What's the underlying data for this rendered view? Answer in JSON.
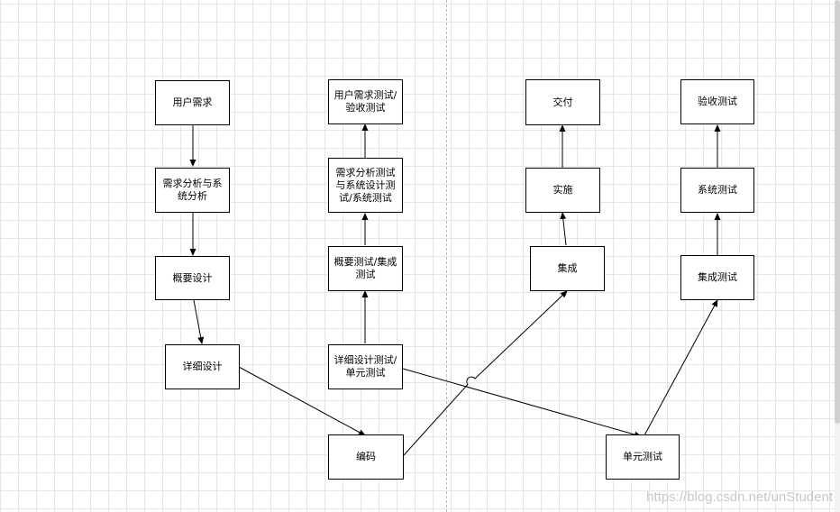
{
  "colors": {
    "grid": "#e6e6e6",
    "stroke": "#000000",
    "divider": "#b8b8b8",
    "watermark": "#c8c8c8"
  },
  "nodes": {
    "user_req": "用户需求",
    "req_analysis": "需求分析与系统分析",
    "outline_design": "概要设计",
    "detail_design": "详细设计",
    "coding": "编码",
    "acceptance_test_plan": "用户需求测试/验收测试",
    "system_test_plan": "需求分析测试与系统设计测试/系统测试",
    "integration_test_plan": "概要测试/集成测试",
    "unit_test_plan": "详细设计测试/单元测试",
    "delivery": "交付",
    "deploy": "实施",
    "integrate": "集成",
    "acceptance_test": "验收测试",
    "system_test": "系统测试",
    "integration_test": "集成测试",
    "unit_test": "单元测试"
  },
  "watermark": "https://blog.csdn.net/unStudent"
}
